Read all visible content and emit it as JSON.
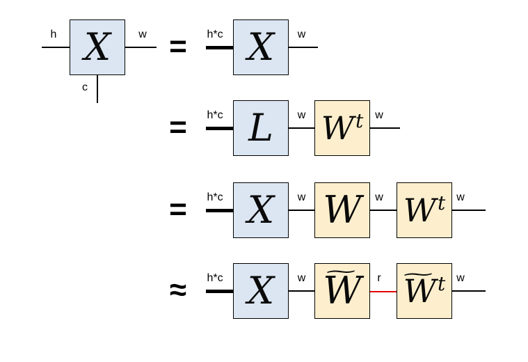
{
  "colors": {
    "box_blue": "#dbe6f2",
    "box_yellow": "#fdefcd",
    "border": "#000000",
    "line": "#000000",
    "red_line": "#e60000",
    "text": "#000000"
  },
  "standalone": {
    "box": {
      "label": "X"
    },
    "left_leg": "h",
    "right_leg": "w",
    "bottom_leg": "c"
  },
  "rows": [
    {
      "op": "=",
      "lead": "h*c",
      "boxes": [
        {
          "label": "X"
        }
      ],
      "links": [
        {
          "label": "w"
        }
      ]
    },
    {
      "op": "=",
      "lead": "h*c",
      "boxes": [
        {
          "label": "L"
        },
        {
          "label": "W",
          "sup": "t"
        }
      ],
      "links": [
        {
          "label": "w"
        },
        {
          "label": "w"
        }
      ]
    },
    {
      "op": "=",
      "lead": "h*c",
      "boxes": [
        {
          "label": "X"
        },
        {
          "label": "W"
        },
        {
          "label": "W",
          "sup": "t"
        }
      ],
      "links": [
        {
          "label": "w"
        },
        {
          "label": "w"
        },
        {
          "label": "w"
        }
      ]
    },
    {
      "op": "≈",
      "lead": "h*c",
      "boxes": [
        {
          "label": "X"
        },
        {
          "label": "W",
          "accent": "~"
        },
        {
          "label": "W",
          "accent": "~",
          "sup": "t"
        }
      ],
      "links": [
        {
          "label": "w"
        },
        {
          "label": "r",
          "color": "red"
        },
        {
          "label": "w"
        }
      ]
    }
  ]
}
